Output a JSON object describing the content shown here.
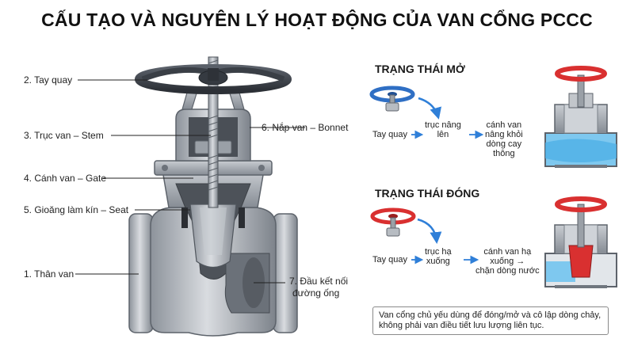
{
  "title": "CẤU TẠO VÀ NGUYÊN LÝ HOẠT ĐỘNG CỦA VAN CỔNG PCCC",
  "parts": {
    "handwheel": "2. Tay quay",
    "stem": "3. Trục van – Stem",
    "bonnet": "6. Nắp van – Bonnet",
    "gate": "4. Cánh van – Gate",
    "seat": "5. Gioăng làm kín – Seat",
    "body": "1. Thân van",
    "flange": [
      "7. Đầu kết nối",
      "đường ống"
    ]
  },
  "open_state": {
    "heading": "TRẠNG THÁI MỞ",
    "step1": "Tay quay",
    "step2": [
      "trục nâng",
      "lên"
    ],
    "step3": [
      "cánh van",
      "nâng khỏi",
      "dòng cay",
      "thông"
    ]
  },
  "closed_state": {
    "heading": "TRẠNG THÁI ĐÓNG",
    "step1": "Tay quay",
    "step2": [
      "trục hạ",
      "xuống"
    ],
    "step3": [
      "cánh van hạ",
      "xuống →",
      "chặn dòng nước"
    ]
  },
  "note": [
    "Van cổng chủ yếu dùng để đóng/mở và cô lập dòng chảy,",
    "không phải van điều tiết lưu lượng liên tục."
  ],
  "colors": {
    "handwheel_dark": "#3a3f46",
    "open_wheel": "#2f6fc4",
    "closed_wheel": "#d93030",
    "arrow": "#2f7fd8",
    "water": "#5fb8ea",
    "metal": "#b8bcc2"
  }
}
